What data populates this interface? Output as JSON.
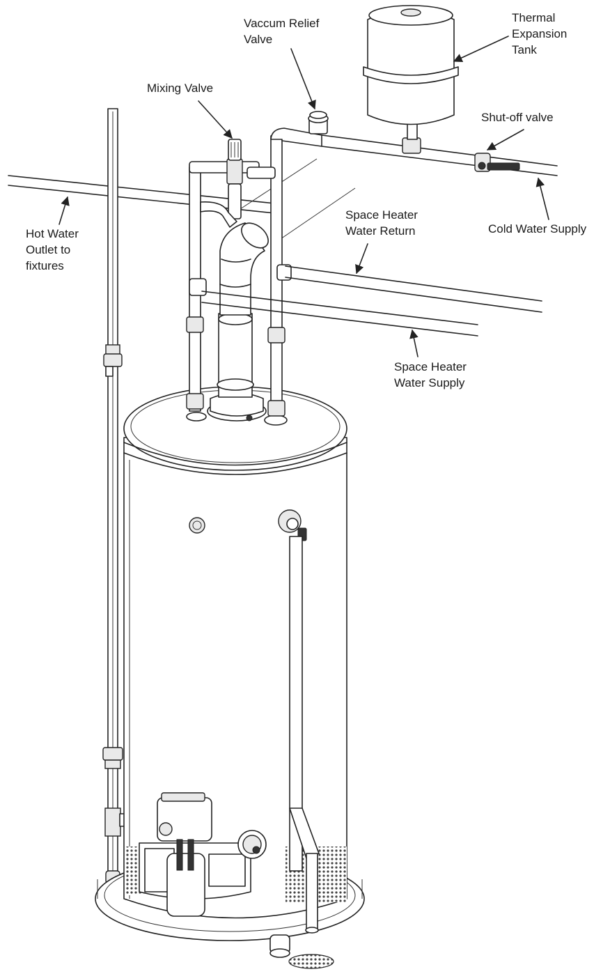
{
  "labels": {
    "vacuum_relief": [
      "Vaccum Relief",
      "Valve"
    ],
    "thermal_tank": [
      "Thermal",
      "Expansion",
      "Tank"
    ],
    "mixing_valve": "Mixing Valve",
    "shutoff_valve": "Shut-off valve",
    "cold_supply": "Cold Water Supply",
    "hot_outlet": [
      "Hot Water",
      "Outlet to",
      "fixtures"
    ],
    "heater_return": [
      "Space Heater",
      "Water Return"
    ],
    "heater_supply": [
      "Space Heater",
      "Water Supply"
    ]
  },
  "colors": {
    "line": "#222222",
    "background": "#ffffff"
  }
}
